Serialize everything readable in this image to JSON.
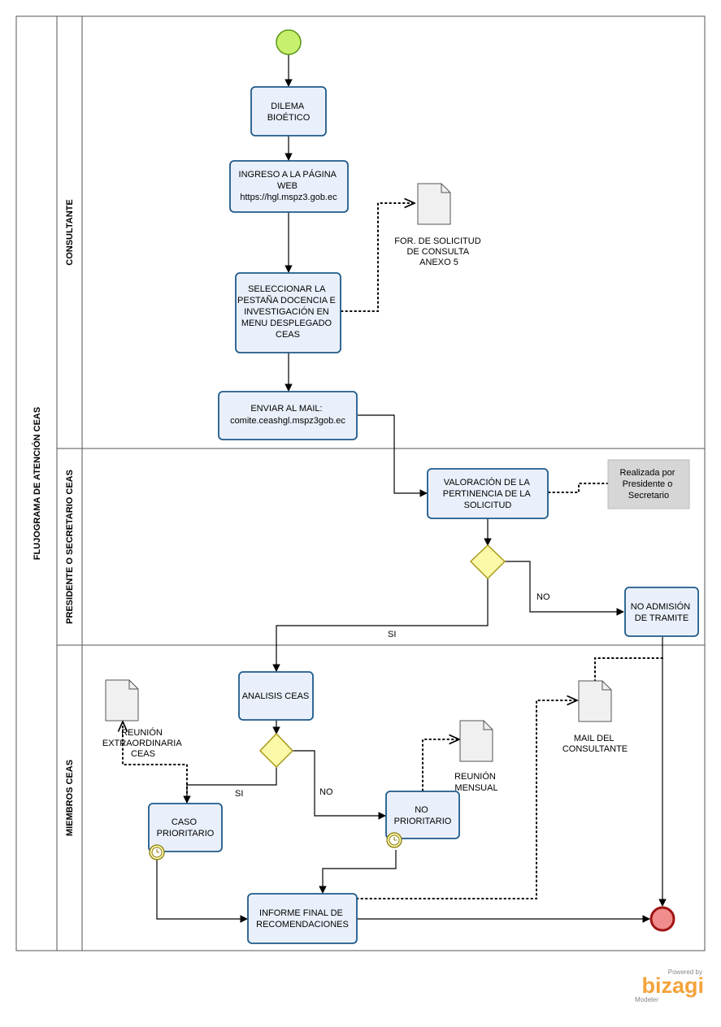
{
  "pool": {
    "title": "FLUJOGRAMA DE ATENCIÓN CEAS"
  },
  "lanes": [
    {
      "name": "CONSULTANTE"
    },
    {
      "name": "PRESIDENTE O SECRETARIO CEAS"
    },
    {
      "name": "MIEMBROS CEAS"
    }
  ],
  "tasks": {
    "dilema": [
      "DILEMA",
      "BIOÉTICO"
    ],
    "ingreso": [
      "INGRESO A LA PÁGINA",
      "WEB",
      "https://hgl.mspz3.gob.ec"
    ],
    "seleccionar": [
      "SELECCIONAR LA",
      "PESTAÑA DOCENCIA E",
      "INVESTIGACIÓN EN",
      "MENU DESPLEGADO",
      "CEAS"
    ],
    "enviar": [
      "ENVIAR AL MAIL:",
      "comite.ceashgl.mspz3gob.ec"
    ],
    "valoracion": [
      "VALORACIÓN DE LA",
      "PERTINENCIA DE LA",
      "SOLICITUD"
    ],
    "no_admision": [
      "NO ADMISIÓN",
      "DE TRAMITE"
    ],
    "analisis": [
      "ANALISIS CEAS"
    ],
    "caso_prioritario": [
      "CASO",
      "PRIORITARIO"
    ],
    "no_prioritario": [
      "NO",
      "PRIORITARIO"
    ],
    "informe": [
      "INFORME FINAL DE",
      "RECOMENDACIONES"
    ]
  },
  "documents": {
    "formulario": [
      "FOR. DE SOLICITUD",
      "DE CONSULTA",
      "ANEXO 5"
    ],
    "reunion_extra": [
      "REUNIÓN",
      "EXTRAORDINARIA",
      "CEAS"
    ],
    "reunion_mensual": [
      "REUNIÓN",
      "MENSUAL"
    ],
    "mail": [
      "MAIL DEL",
      "CONSULTANTE"
    ]
  },
  "annotation": [
    "Realizada por",
    "Presidente o",
    "Secretario"
  ],
  "flow_labels": {
    "gw1_no": "NO",
    "gw1_si": "SI",
    "gw2_si": "SI",
    "gw2_no": "NO"
  },
  "branding": {
    "powered": "Powered by",
    "name": "bizagi",
    "product": "Modeler"
  },
  "colors": {
    "task_fill": "#eaf0fb",
    "task_stroke": "#1f5a8a",
    "start_fill": "#c8f06e",
    "start_stroke": "#5e9a1a",
    "end_fill": "#f08c8c",
    "end_stroke": "#a01414",
    "gateway_fill": "#fbf8a8",
    "gateway_stroke": "#a89a1a",
    "doc_fill": "#f0f0f0",
    "annotation_fill": "#d6d6d6",
    "brand": "#f4a33c"
  }
}
